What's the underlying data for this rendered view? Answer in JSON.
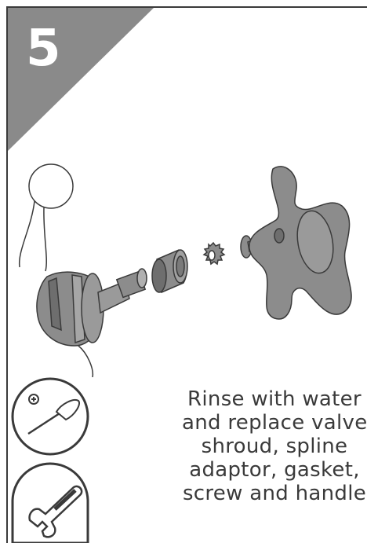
{
  "step": {
    "number": "5"
  },
  "instruction": {
    "lines": [
      "Rinse with water",
      "and replace valve",
      "shroud, spline",
      "adaptor, gasket,",
      "screw and handle"
    ]
  },
  "tools": [
    {
      "icon": "phillips-screwdriver-icon"
    },
    {
      "icon": "adjustable-wrench-icon"
    }
  ],
  "colors": {
    "frame": "#3a3a3a",
    "badge": "#8a8a8a",
    "part_fill": "#8c8c8c",
    "part_dark": "#6e6e6e",
    "text": "#3a3a3a"
  }
}
